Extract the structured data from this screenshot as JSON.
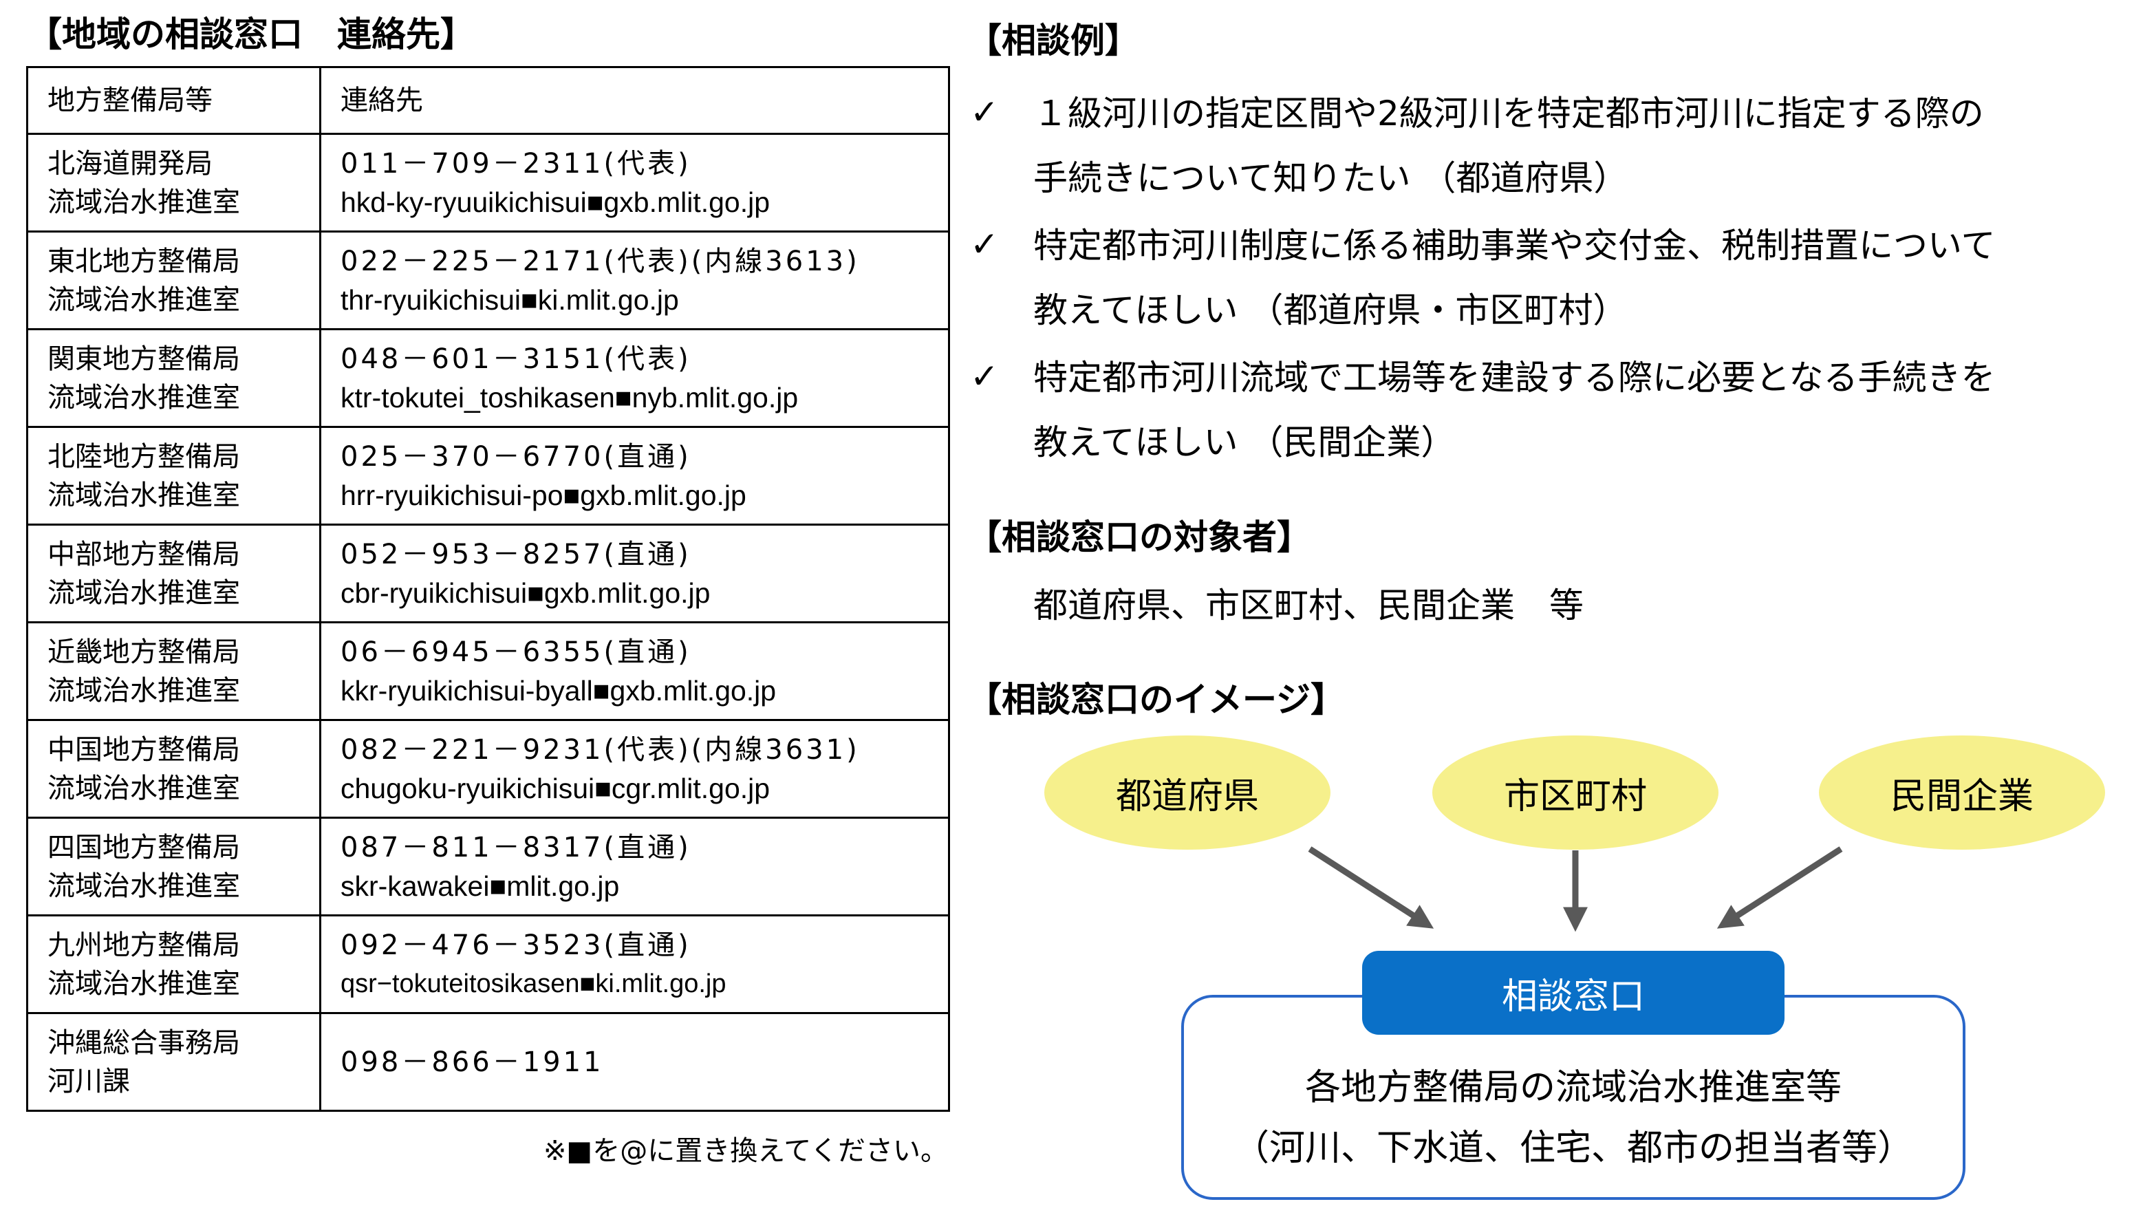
{
  "contacts": {
    "title": "【地域の相談窓口　連絡先】",
    "headers": [
      "地方整備局等",
      "連絡先"
    ],
    "rows": [
      {
        "office_line1": "北海道開発局",
        "office_line2": "流域治水推進室",
        "phone": "011－709－2311(代表)",
        "email": "hkd-ky-ryuuikichisui■gxb.mlit.go.jp"
      },
      {
        "office_line1": "東北地方整備局",
        "office_line2": "流域治水推進室",
        "phone": "022－225－2171(代表)(内線3613)",
        "email": "thr-ryuikichisui■ki.mlit.go.jp"
      },
      {
        "office_line1": "関東地方整備局",
        "office_line2": "流域治水推進室",
        "phone": "048－601－3151(代表)",
        "email": "ktr-tokutei_toshikasen■nyb.mlit.go.jp"
      },
      {
        "office_line1": "北陸地方整備局",
        "office_line2": "流域治水推進室",
        "phone": "025－370－6770(直通)",
        "email": "hrr-ryuikichisui-po■gxb.mlit.go.jp"
      },
      {
        "office_line1": "中部地方整備局",
        "office_line2": "流域治水推進室",
        "phone": "052－953－8257(直通)",
        "email": "cbr-ryuikichisui■gxb.mlit.go.jp"
      },
      {
        "office_line1": "近畿地方整備局",
        "office_line2": "流域治水推進室",
        "phone": "06－6945－6355(直通)",
        "email": "kkr-ryuikichisui-byall■gxb.mlit.go.jp"
      },
      {
        "office_line1": "中国地方整備局",
        "office_line2": "流域治水推進室",
        "phone": "082－221－9231(代表)(内線3631)",
        "email": "chugoku-ryuikichisui■cgr.mlit.go.jp"
      },
      {
        "office_line1": "四国地方整備局",
        "office_line2": "流域治水推進室",
        "phone": "087－811－8317(直通)",
        "email": "skr-kawakei■mlit.go.jp"
      },
      {
        "office_line1": "九州地方整備局",
        "office_line2": "流域治水推進室",
        "phone": "092－476－3523(直通)",
        "email": "qsr−tokuteitosikasen■ki.mlit.go.jp"
      },
      {
        "office_line1": "沖縄総合事務局",
        "office_line2": "河川課",
        "phone": "098－866－1911",
        "email": ""
      }
    ],
    "note": "※■を@に置き換えてください。"
  },
  "examples": {
    "title": "【相談例】",
    "check_mark": "✓",
    "items": [
      {
        "line1": "１級河川の指定区間や2級河川を特定都市河川に指定する際の",
        "line2": "手続きについて知りたい （都道府県）"
      },
      {
        "line1": "特定都市河川制度に係る補助事業や交付金、税制措置について",
        "line2": "教えてほしい （都道府県・市区町村）"
      },
      {
        "line1": "特定都市河川流域で工場等を建設する際に必要となる手続きを",
        "line2": "教えてほしい （民間企業）"
      }
    ]
  },
  "target": {
    "title": "【相談窓口の対象者】",
    "text": "都道府県、市区町村、民間企業　等"
  },
  "image": {
    "title": "【相談窓口のイメージ】",
    "sources": [
      "都道府県",
      "市区町村",
      "民間企業"
    ],
    "window_label": "相談窓口",
    "window_line1": "各地方整備局の流域治水推進室等",
    "window_line2": "（河川、下水道、住宅、都市の担当者等）",
    "colors": {
      "ellipse_fill": "#f6f08c",
      "label_fill": "#0a70c8",
      "box_border": "#2a67c9",
      "arrow": "#595959"
    }
  }
}
